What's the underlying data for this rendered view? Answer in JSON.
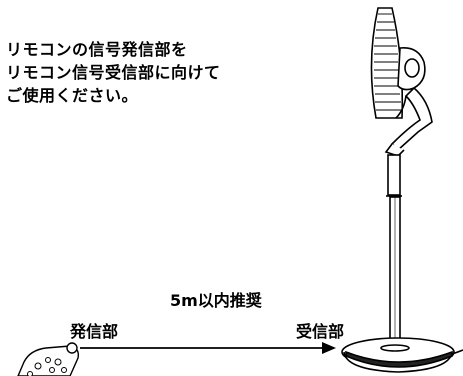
{
  "instruction": {
    "lines": [
      "リモコンの信号発信部を",
      "リモコン信号受信部に向けて",
      "ご使用ください。"
    ]
  },
  "labels": {
    "distance": "5m以内推奨",
    "transmitter": "発信部",
    "receiver": "受信部"
  },
  "colors": {
    "ink": "#000000",
    "pole": "#ffffff",
    "base_shadow": "#222222"
  },
  "icons": {
    "fan": "standing-fan",
    "remote": "remote-control",
    "arrow": "right-arrow"
  }
}
